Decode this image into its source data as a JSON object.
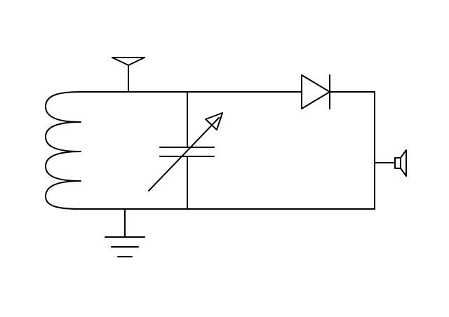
{
  "diagram": {
    "type": "crystal-radio-schematic",
    "colors": {
      "background": "#ffffff",
      "stroke": "#000000"
    },
    "components": [
      {
        "name": "antenna",
        "icon": "antenna-icon"
      },
      {
        "name": "tuning-coil",
        "icon": "inductor-coil-icon",
        "turns": 4
      },
      {
        "name": "variable-capacitor",
        "icon": "variable-capacitor-icon"
      },
      {
        "name": "diode",
        "icon": "diode-icon",
        "direction": "left-to-right"
      },
      {
        "name": "earphone",
        "icon": "speaker-icon"
      },
      {
        "name": "ground",
        "icon": "ground-icon"
      }
    ]
  }
}
